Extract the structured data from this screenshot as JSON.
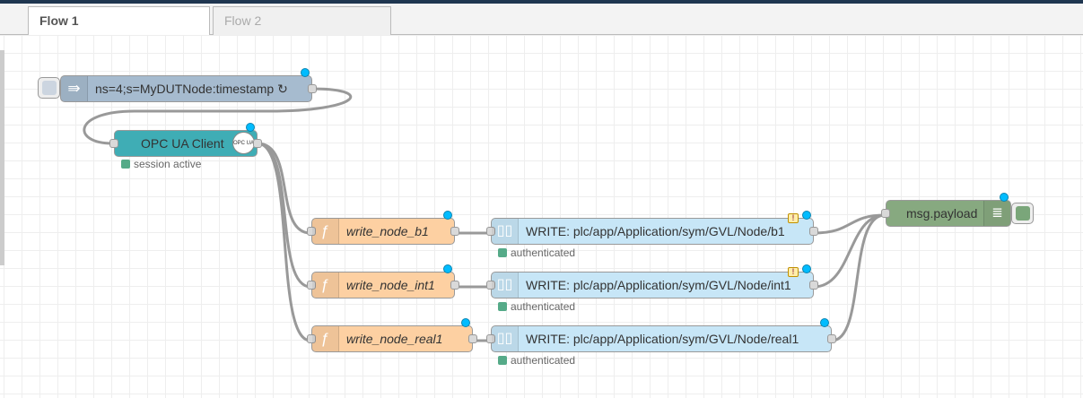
{
  "tabs": [
    {
      "label": "Flow 1",
      "active": true
    },
    {
      "label": "Flow 2",
      "active": false
    }
  ],
  "colors": {
    "inject": "#a6bbcf",
    "opcua_client": "#3fadb5",
    "function": "#fdd0a2",
    "opcua_write": "#c7e6f7",
    "debug": "#87a980",
    "status_green": "#5a8",
    "wire": "#999999",
    "changed_dot": "#00bcff"
  },
  "nodes": {
    "inject": {
      "label": "ns=4;s=MyDUTNode:timestamp ↻",
      "icon": "arrow-in-icon"
    },
    "opcua_client": {
      "label": "OPC UA Client",
      "status": "session active",
      "icon": "opcua-logo-icon"
    },
    "fn_b1": {
      "label": "write_node_b1",
      "icon": "function-icon"
    },
    "fn_int1": {
      "label": "write_node_int1",
      "icon": "function-icon"
    },
    "fn_real1": {
      "label": "write_node_real1",
      "icon": "function-icon"
    },
    "write_b1": {
      "label": "WRITE: plc/app/Application/sym/GVL/Node/b1",
      "status": "authenticated",
      "warning": "!"
    },
    "write_int1": {
      "label": "WRITE: plc/app/Application/sym/GVL/Node/int1",
      "status": "authenticated",
      "warning": "!"
    },
    "write_real1": {
      "label": "WRITE: plc/app/Application/sym/GVL/Node/real1",
      "status": "authenticated"
    },
    "debug": {
      "label": "msg.payload",
      "icon": "list-icon"
    }
  },
  "glyphs": {
    "inject": "⇛",
    "function": "ƒ",
    "write": "▯▯",
    "debug": "≣",
    "opcua": "OPC UA"
  }
}
